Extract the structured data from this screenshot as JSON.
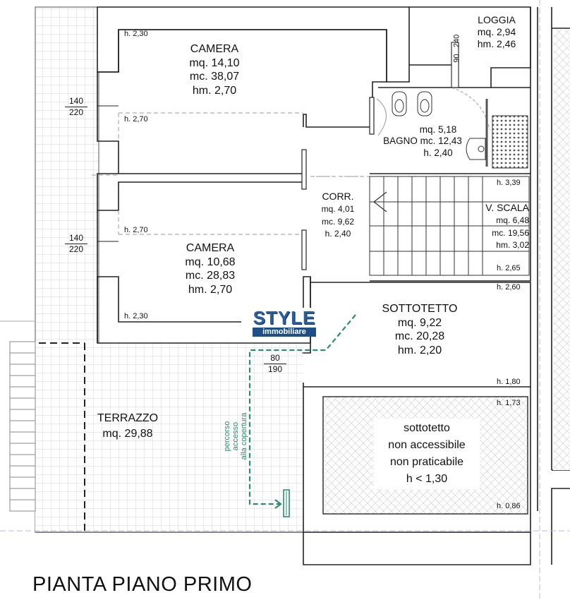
{
  "title": "PIANTA PIANO PRIMO",
  "logo": {
    "name": "STYLE",
    "tagline": "immobiliare"
  },
  "rooms": {
    "camera1": {
      "name": "CAMERA",
      "area": "mq. 14,10",
      "volume": "mc. 38,07",
      "height": "hm. 2,70"
    },
    "camera2": {
      "name": "CAMERA",
      "area": "mq. 10,68",
      "volume": "mc. 28,83",
      "height": "hm. 2,70"
    },
    "loggia": {
      "name": "LOGGIA",
      "area": "mq. 2,94",
      "height": "hm. 2,46"
    },
    "bagno": {
      "area": "mq. 5,18",
      "name_volume": "BAGNO mc. 12,43",
      "height": "h. 2,40"
    },
    "corr": {
      "name": "CORR.",
      "area": "mq. 4,01",
      "volume": "mc. 9,62",
      "height": "h. 2,40"
    },
    "vscala": {
      "name": "V. SCALA",
      "area": "mq. 6,48",
      "volume": "mc. 19,56",
      "height": "hm. 3,02"
    },
    "sottotetto": {
      "name": "SOTTOTETTO",
      "area": "mq. 9,22",
      "volume": "mc. 20,28",
      "height": "hm. 2,20"
    },
    "non_accessibile": {
      "line1": "sottotetto",
      "line2": "non accessibile",
      "line3": "non praticabile",
      "line4": "h < 1,30"
    },
    "terrazzo": {
      "name": "TERRAZZO",
      "area": "mq. 29,88"
    }
  },
  "heights": {
    "h1": "h. 2,30",
    "h2": "h. 2,70",
    "h3": "h. 2,70",
    "h4": "h. 2,30",
    "h5": "h. 3,39",
    "h6": "h. 2,65",
    "h7": "h. 2,60",
    "h8": "h. 1,80",
    "h9": "h. 1,73",
    "h10": "h. 0,86"
  },
  "windows": {
    "w1_width": "140",
    "w1_height": "220",
    "w2_width": "140",
    "w2_height": "220",
    "w3_width": "80",
    "w3_height": "190",
    "w4_width": "90",
    "w4_height": "240"
  },
  "path_label": {
    "line1": "percorso accesso",
    "line2": "alla copertura"
  },
  "colors": {
    "wall": "#222222",
    "grid": "#d9d9d9",
    "hatch": "#bdbdbd",
    "path": "#2e8b6e",
    "logo": "#2a5f9e",
    "guide": "#c7b3e0"
  }
}
